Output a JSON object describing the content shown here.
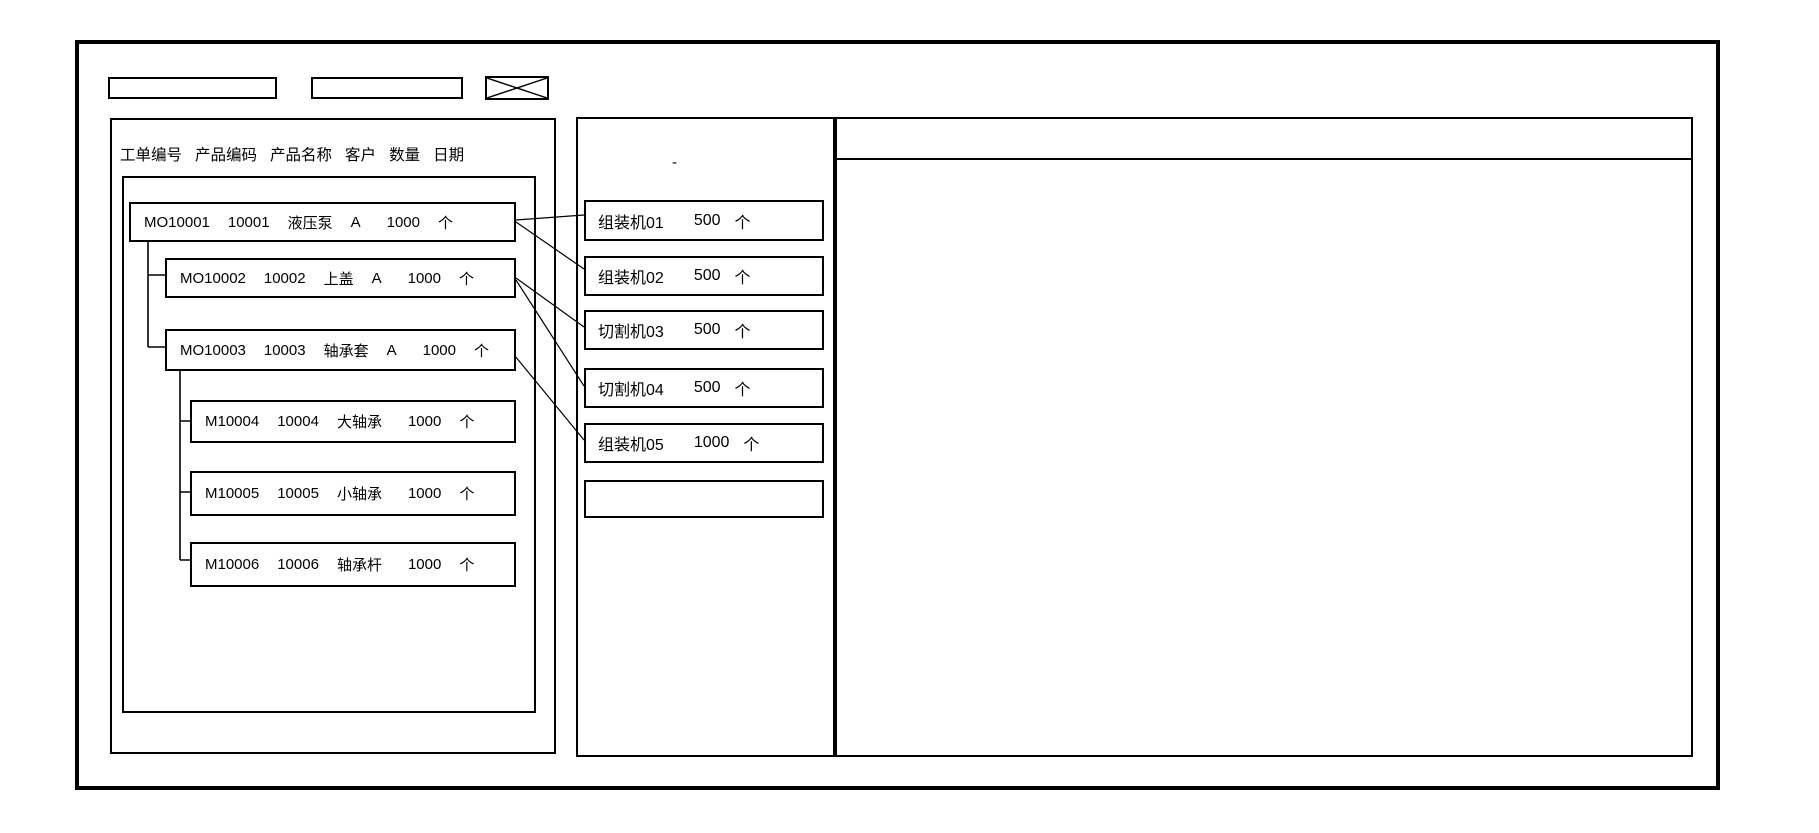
{
  "toolbar": {
    "field1_value": "",
    "field2_value": "",
    "image_placeholder": "x-crossed-box"
  },
  "left_panel": {
    "columns": [
      "工单编号",
      "产品编码",
      "产品名称",
      "客户",
      "数量",
      "日期"
    ],
    "work_orders": [
      {
        "order_no": "MO10001",
        "product_code": "10001",
        "product_name": "液压泵",
        "customer": "A",
        "qty": "1000",
        "unit": "个",
        "level": 0
      },
      {
        "order_no": "MO10002",
        "product_code": "10002",
        "product_name": "上盖",
        "customer": "A",
        "qty": "1000",
        "unit": "个",
        "level": 1
      },
      {
        "order_no": "MO10003",
        "product_code": "10003",
        "product_name": "轴承套",
        "customer": "A",
        "qty": "1000",
        "unit": "个",
        "level": 1
      },
      {
        "order_no": "M10004",
        "product_code": "10004",
        "product_name": "大轴承",
        "customer": "",
        "qty": "1000",
        "unit": "个",
        "level": 2
      },
      {
        "order_no": "M10005",
        "product_code": "10005",
        "product_name": "小轴承",
        "customer": "",
        "qty": "1000",
        "unit": "个",
        "level": 2
      },
      {
        "order_no": "M10006",
        "product_code": "10006",
        "product_name": "轴承杆",
        "customer": "",
        "qty": "1000",
        "unit": "个",
        "level": 2
      }
    ]
  },
  "machine_panel": {
    "stray_mark": "-",
    "machines": [
      {
        "name": "组装机01",
        "qty": "500",
        "unit": "个"
      },
      {
        "name": "组装机02",
        "qty": "500",
        "unit": "个"
      },
      {
        "name": "切割机03",
        "qty": "500",
        "unit": "个"
      },
      {
        "name": "切割机04",
        "qty": "500",
        "unit": "个"
      },
      {
        "name": "组装机05",
        "qty": "1000",
        "unit": "个"
      },
      {
        "name": "",
        "qty": "",
        "unit": ""
      }
    ]
  },
  "assignments": [
    {
      "from": "MO10001",
      "to": "组装机01"
    },
    {
      "from": "MO10001",
      "to": "组装机02"
    },
    {
      "from": "MO10002",
      "to": "切割机03"
    },
    {
      "from": "MO10002",
      "to": "切割机04"
    },
    {
      "from": "MO10003",
      "to": "组装机05"
    }
  ],
  "colors": {
    "line": "#000000",
    "background": "#ffffff"
  }
}
